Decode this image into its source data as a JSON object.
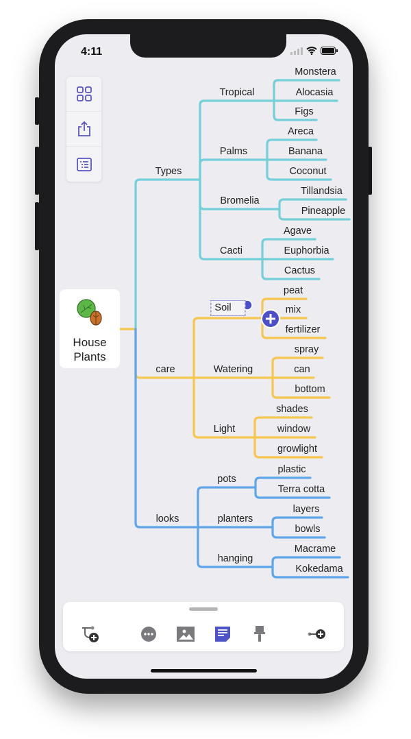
{
  "status_bar": {
    "time": "4:11"
  },
  "toolbox": {
    "icons": [
      "grid-icon",
      "share-icon",
      "outline-icon"
    ]
  },
  "root": {
    "line1": "House",
    "line2": "Plants",
    "icon": "leaves-icon"
  },
  "branches": [
    {
      "label": "Types",
      "color": "#74cfd9",
      "children": [
        {
          "label": "Tropical",
          "children": [
            "Monstera",
            "Alocasia",
            "Figs"
          ]
        },
        {
          "label": "Palms",
          "children": [
            "Areca",
            "Banana",
            "Coconut"
          ]
        },
        {
          "label": "Bromelia",
          "children": [
            "Tillandsia",
            "Pineapple"
          ]
        },
        {
          "label": "Cacti",
          "children": [
            "Agave",
            "Euphorbia",
            "Cactus"
          ]
        }
      ]
    },
    {
      "label": "care",
      "color": "#f6c64e",
      "children": [
        {
          "label": "Soil",
          "children": [
            "peat",
            "mix",
            "fertilizer"
          ]
        },
        {
          "label": "Watering",
          "children": [
            "spray",
            "can",
            "bottom"
          ]
        },
        {
          "label": "Light",
          "children": [
            "shades",
            "window",
            "growlight"
          ]
        }
      ]
    },
    {
      "label": "looks",
      "color": "#5ea5ea",
      "children": [
        {
          "label": "pots",
          "children": [
            "plastic",
            "Terra cotta"
          ]
        },
        {
          "label": "planters",
          "children": [
            "layers",
            "bowls"
          ]
        },
        {
          "label": "hanging",
          "children": [
            "Macrame",
            "Kokedama"
          ]
        }
      ]
    }
  ],
  "selected_node": "Soil",
  "accent": "#4b4fc8",
  "bottom_toolbar": {
    "icons": [
      "add-child-icon",
      "more-icon",
      "image-icon",
      "note-icon",
      "style-brush-icon",
      "add-sibling-icon"
    ],
    "active": "note-icon"
  }
}
